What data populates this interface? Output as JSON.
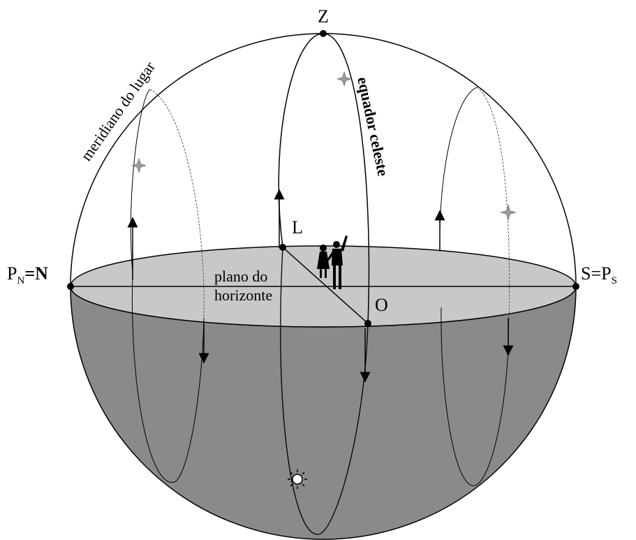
{
  "labels": {
    "zenith": "Z",
    "meridian": "meridiano do lugar",
    "celestial_equator": "equador celeste",
    "east": "L",
    "west": "O",
    "north_prefix": "P",
    "north_sub": "N",
    "north_suffix": "=N",
    "south_prefix": "S=P",
    "south_sub": "S",
    "horizon_line1": "plano do",
    "horizon_line2": "horizonte"
  },
  "colors": {
    "sky": "#ffffff",
    "horizon_plane": "#c8c8c8",
    "below_horizon": "#8a8a8a",
    "star": "#9a9a9a",
    "line": "#000000"
  },
  "icons": {
    "sun": "sun-icon",
    "star": "star-icon",
    "observers": "observers-icon"
  }
}
